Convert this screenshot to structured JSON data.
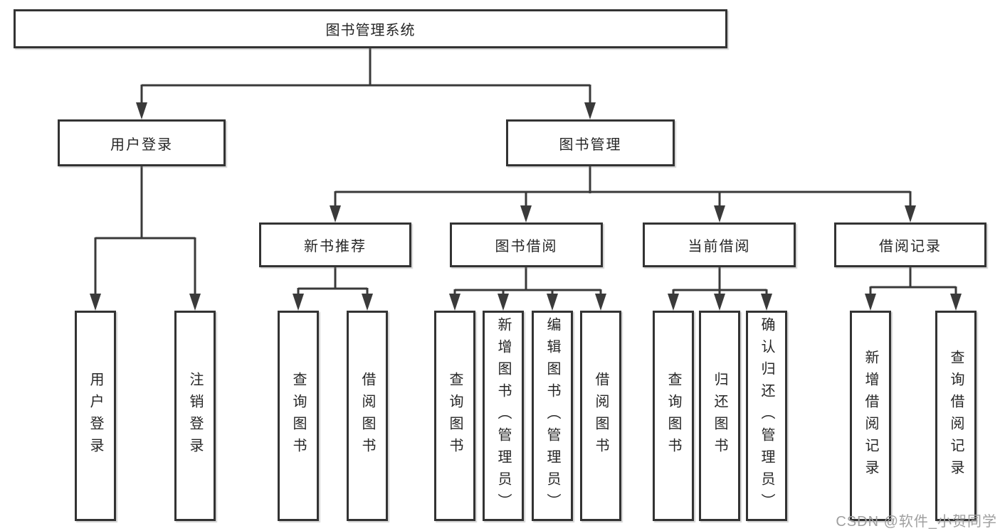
{
  "diagram": {
    "root": {
      "label": "图书管理系统"
    },
    "branches": [
      {
        "label": "用户登录",
        "children": [
          {
            "label": "用户登录"
          },
          {
            "label": "注销登录"
          }
        ]
      },
      {
        "label": "图书管理",
        "children": [
          {
            "label": "新书推荐",
            "children": [
              {
                "label": "查询图书"
              },
              {
                "label": "借阅图书"
              }
            ]
          },
          {
            "label": "图书借阅",
            "children": [
              {
                "label": "查询图书"
              },
              {
                "label": "新增图书（管理员）"
              },
              {
                "label": "编辑图书（管理员）"
              },
              {
                "label": "借阅图书"
              }
            ]
          },
          {
            "label": "当前借阅",
            "children": [
              {
                "label": "查询图书"
              },
              {
                "label": "归还图书"
              },
              {
                "label": "确认归还（管理员）"
              }
            ]
          },
          {
            "label": "借阅记录",
            "children": [
              {
                "label": "新增借阅记录"
              },
              {
                "label": "查询借阅记录"
              }
            ]
          }
        ]
      }
    ]
  },
  "watermark": {
    "text": "CSDN @软件_小贺同学"
  },
  "colors": {
    "line": "#3a3a3a",
    "box_border": "#333333",
    "text": "#262626",
    "background": "#ffffff",
    "watermark": "#9f9f9f"
  }
}
